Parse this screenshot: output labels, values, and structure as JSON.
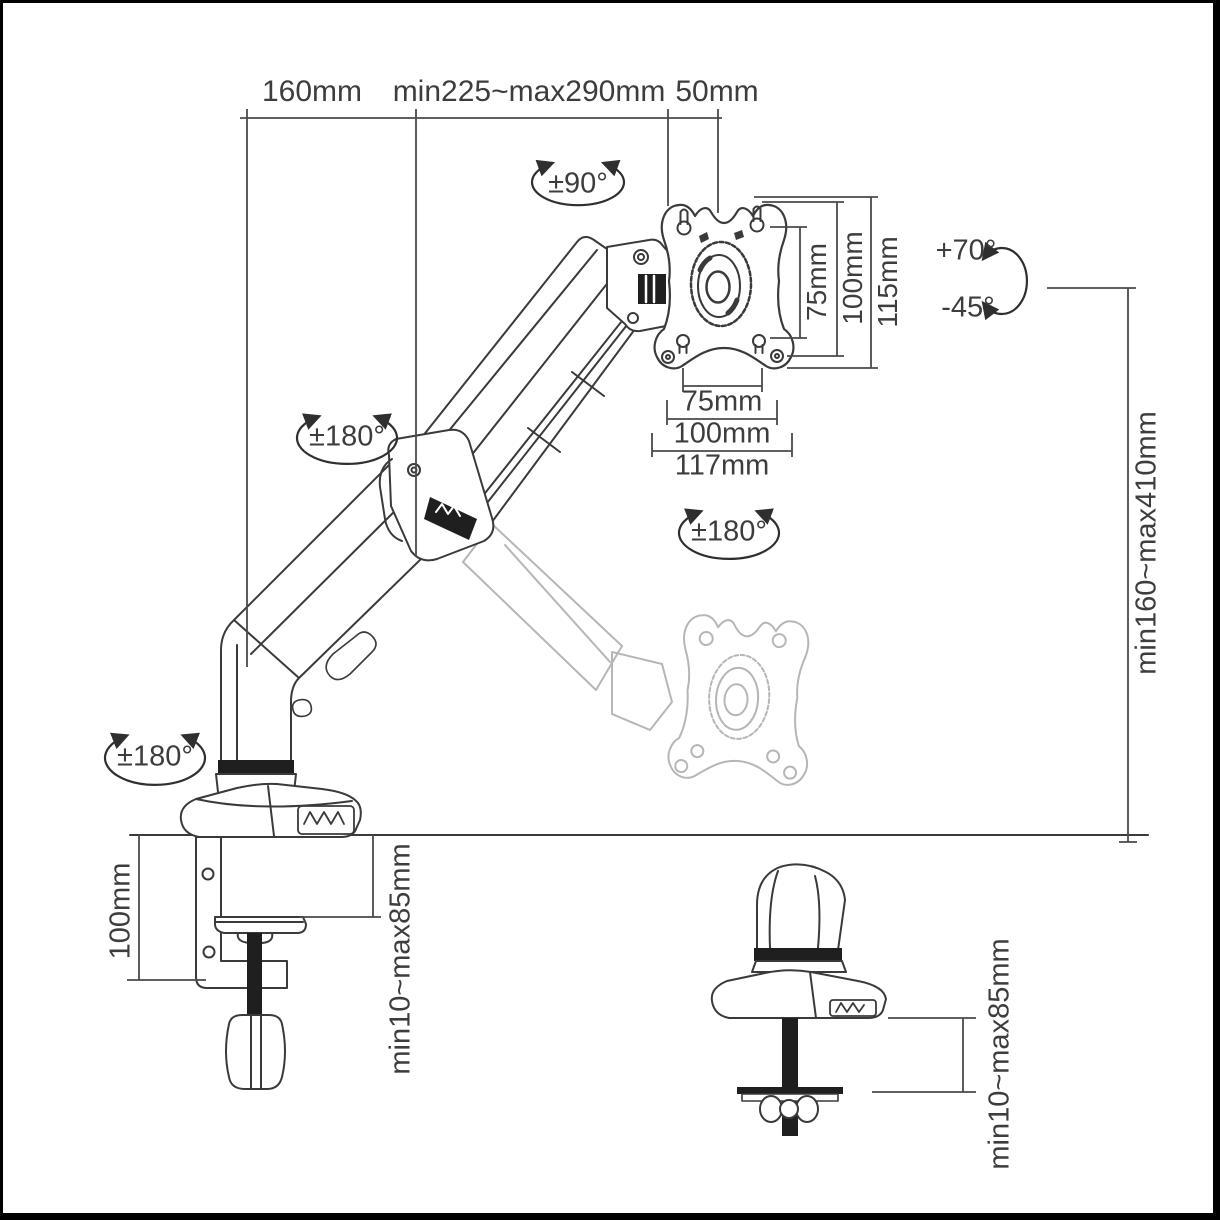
{
  "diagram": {
    "subject": "gas-spring desk monitor arm mount dimension drawing",
    "colors": {
      "line": "#3a3a3a",
      "ghost_line": "#b6b6b6",
      "accent_black": "#1f1f1f",
      "background": "#ffffff"
    },
    "dimensions": {
      "top": {
        "left": "160mm",
        "middle": "min225~max290mm",
        "right": "50mm"
      },
      "vesa_plate": {
        "vertical": [
          "75mm",
          "100mm",
          "115mm"
        ],
        "horizontal": [
          "75mm",
          "100mm",
          "117mm"
        ]
      },
      "height_adjustment": "min160~max410mm",
      "clamp_column_height": "100mm",
      "clamp_desk_thickness": "min10~max85mm",
      "grommet_desk_thickness": "min10~max85mm"
    },
    "angles": {
      "vesa_swivel": "±90°",
      "tilt_up": "+70°",
      "tilt_down": "-45°",
      "upper_arm_rotation": "±180°",
      "mid_joint_rotation": "±180°",
      "base_rotation": "±180°"
    }
  }
}
